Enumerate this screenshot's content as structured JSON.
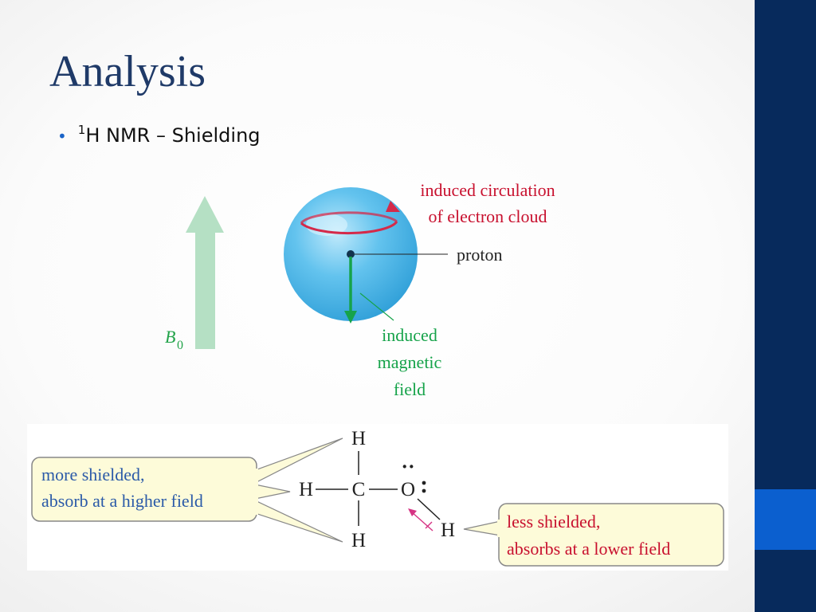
{
  "slide": {
    "title": "Analysis",
    "bullet": {
      "sup": "1",
      "text": "H NMR – Shielding"
    }
  },
  "figure_top": {
    "field_label": "B",
    "field_sub": "0",
    "circulation_line1": "induced circulation",
    "circulation_line2": "of electron cloud",
    "proton_label": "proton",
    "induced_line1": "induced",
    "induced_line2": "magnetic",
    "induced_line3": "field"
  },
  "figure_bottom": {
    "left_callout_line1": "more shielded,",
    "left_callout_line2": "absorb at a higher field",
    "right_callout_line1": "less shielded,",
    "right_callout_line2": "absorbs at a lower field",
    "atom_h": "H",
    "atom_c": "C",
    "atom_o": "O",
    "lone_pair": "··"
  },
  "colors": {
    "title": "#1f3a68",
    "sidebar": "#072a5c",
    "sidebar_accent": "#0b5fcf",
    "label_red": "#c8102e",
    "label_blue": "#2b5aa8",
    "arrow_green": "#16a34a",
    "b0_arrow": "#b5e0c4",
    "callout_fill": "#fdfbd9",
    "electron_cloud": "#4fb8e8"
  }
}
